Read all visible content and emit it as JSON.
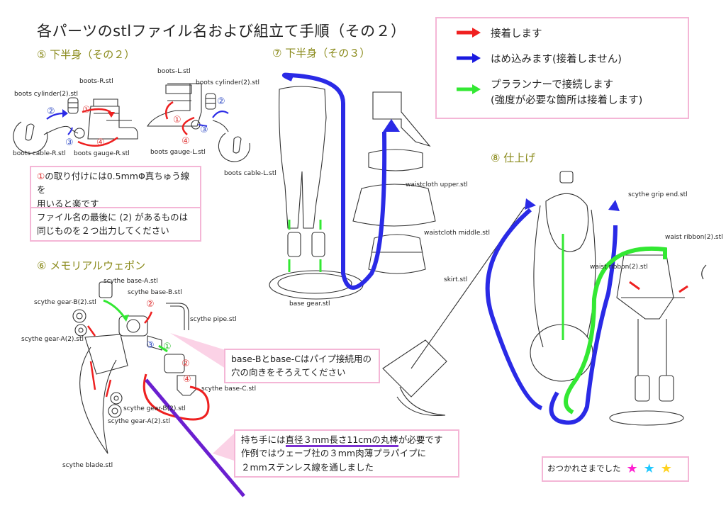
{
  "title": "各パーツのstlファイル名および組立て手順（その２）",
  "legend": {
    "items": [
      {
        "text": "接着します",
        "color": "#f02020"
      },
      {
        "text": "はめ込みます(接着しません)",
        "color": "#1a1ae0"
      },
      {
        "text": "プラランナーで接続します",
        "color": "#33e833"
      },
      {
        "text": "(強度が必要な箇所は接着します)",
        "color": ""
      }
    ]
  },
  "sections": {
    "s5": "⑤ 下半身（その２）",
    "s6": "⑥ メモリアルウェポン",
    "s7": "⑦ 下半身（その３）",
    "s8": "⑧ 仕上げ"
  },
  "s5_labels": {
    "boots_r": "boots-R.stl",
    "boots_l": "boots-L.stl",
    "cyl2_left": "boots cylinder(2).stl",
    "cyl2_right": "boots cylinder(2).stl",
    "cable_r": "boots cable-R.stl",
    "gauge_r": "boots gauge-R.stl",
    "gauge_l": "boots gauge-L.stl",
    "cable_l": "boots cable-L.stl",
    "n1": "①",
    "n2": "②",
    "n3": "③",
    "n4": "④"
  },
  "notes": {
    "note1_num": "①",
    "note1_a": "の取り付けには0.5mmΦ真ちゅう線を",
    "note1_b": "用いると楽です",
    "note2_a": "ファイル名の最後に (2) があるものは",
    "note2_b": "同じものを２つ出力してください",
    "note3_a": "base-Bとbase-Cはパイプ接続用の",
    "note3_b": "穴の向きをそろえてください",
    "note4_a": "持ち手には",
    "note4_ul": "直径３mm長さ11cmの丸棒",
    "note4_b": "が必要です",
    "note4_c": "作例ではウェーブ社の３mm肉薄プラパイプに",
    "note4_d": "２mmステンレス線を通しました"
  },
  "s6_labels": {
    "base_a": "scythe base-A.stl",
    "base_b": "scythe base-B.stl",
    "gear_b2": "scythe gear-B(2).stl",
    "pipe": "scythe pipe.stl",
    "gear_a2_top": "scythe gear-A(2).stl",
    "base_c": "scythe base-C.stl",
    "gear_b2_low": "scythe gear-B(2).stl",
    "gear_a2_low": "scythe gear-A(2).stl",
    "blade": "scythe blade.stl",
    "n1": "①",
    "n2": "②",
    "n3": "③",
    "n4": "④"
  },
  "s7_labels": {
    "upper": "waistcloth upper.stl",
    "middle": "waistcloth middle.stl",
    "skirt": "skirt.stl",
    "base_gear": "base gear.stl"
  },
  "s8_labels": {
    "grip_end": "scythe grip end.stl",
    "ribbon2_right": "waist ribbon(2).stl",
    "ribbon2_left": "waist ribbon(2).stl"
  },
  "footer": {
    "text": "おつかれさまでした",
    "stars": [
      "★",
      "★",
      "★"
    ],
    "star_colors": [
      "#ff1fd0",
      "#1fc8ff",
      "#ffd21f"
    ]
  }
}
